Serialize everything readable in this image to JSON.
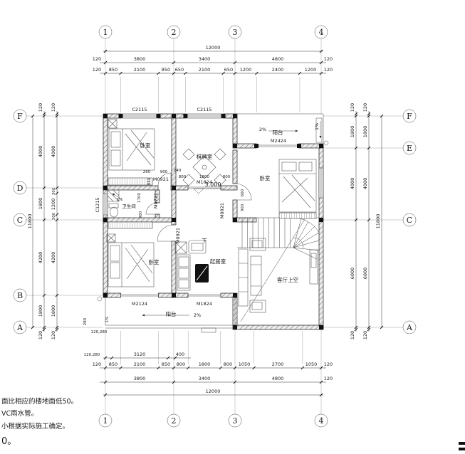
{
  "axes": {
    "cols": [
      "1",
      "2",
      "3",
      "4"
    ],
    "rows_left": [
      "F",
      "D",
      "C",
      "B",
      "A"
    ],
    "rows_right": [
      "F",
      "E",
      "C",
      "A"
    ]
  },
  "dims": {
    "total": "12000",
    "vtotal": "11800",
    "major": [
      "3800",
      "3400",
      "4800"
    ],
    "top_minor": [
      "850",
      "2100",
      "850",
      "650",
      "2100",
      "650",
      "1200",
      "2400",
      "1200"
    ],
    "bottom_minor": [
      "850",
      "2100",
      "850",
      "800",
      "1800",
      "800",
      "1050",
      "2700",
      "1050"
    ],
    "d120": "120",
    "left_col": [
      "120",
      "4000",
      "1800",
      "4200",
      "1800",
      "120"
    ],
    "left_split": [
      "300",
      "1200",
      "300"
    ],
    "right_col": [
      "120",
      "1800",
      "4000",
      "6000",
      "120"
    ],
    "balcony_row": [
      "120,280",
      "3120",
      "400"
    ],
    "corner_280": "280",
    "corner_120_280": "120,280",
    "door_top": [
      "260",
      "900",
      "240"
    ],
    "m1824_top": [
      "800",
      "1800",
      "800"
    ],
    "bath": [
      "850",
      "1700",
      "900"
    ],
    "bed_door": [
      "660",
      "900"
    ]
  },
  "rooms": {
    "bedroom": "卧室",
    "chess": "棋牌室",
    "bath": "卫生间",
    "living": "起居室",
    "void": "客厅上空",
    "balcony": "阳台",
    "down": "下"
  },
  "tags": {
    "c2115": "C2115",
    "c1215": "C1215",
    "m0921": "M0921",
    "m0721": "M0721",
    "m1824": "M1824",
    "m2124": "M2124",
    "m2424": "M2424"
  },
  "marks": {
    "elevation": "3.000",
    "slope2": "2%",
    "slope1": "1%"
  },
  "notes": {
    "line1": "面比相应的楼地面低50。",
    "line2": "VC雨水管。",
    "line3": "小根据实际施工确定。",
    "line4": "0。"
  }
}
